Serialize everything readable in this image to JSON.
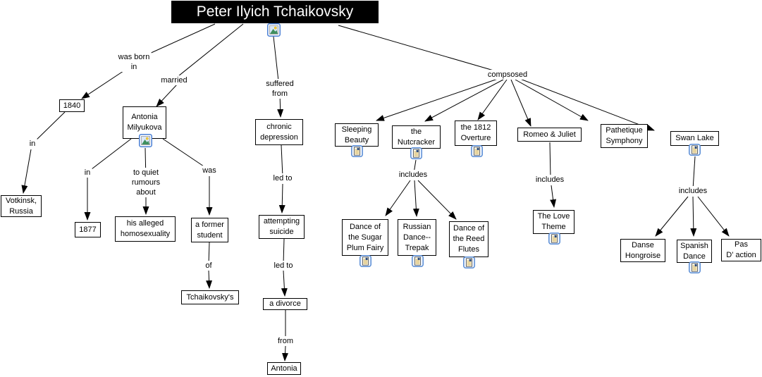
{
  "title": "Peter Ilyich Tchaikovsky",
  "concepts": {
    "year_1840": {
      "lines": [
        "1840"
      ]
    },
    "votkinsk": {
      "lines": [
        "Votkinsk,",
        "Russia"
      ]
    },
    "antonia_milyukova": {
      "lines": [
        "Antonia",
        "Milyukova"
      ]
    },
    "year_1877": {
      "lines": [
        "1877"
      ]
    },
    "alleged_homosexuality": {
      "lines": [
        "his alleged",
        "homosexuality"
      ]
    },
    "former_student": {
      "lines": [
        "a former",
        "student"
      ]
    },
    "tchaikovskys": {
      "lines": [
        "Tchaikovsky's"
      ]
    },
    "chronic_depression": {
      "lines": [
        "chronic",
        "depression"
      ]
    },
    "attempting_suicide": {
      "lines": [
        "attempting",
        "suicide"
      ]
    },
    "a_divorce": {
      "lines": [
        "a divorce"
      ]
    },
    "antonia": {
      "lines": [
        "Antonia"
      ]
    },
    "sleeping_beauty": {
      "lines": [
        "Sleeping",
        "Beauty"
      ]
    },
    "the_nutcracker": {
      "lines": [
        "the",
        "Nutcracker"
      ]
    },
    "overture_1812": {
      "lines": [
        "the 1812",
        "Overture"
      ]
    },
    "romeo_juliet": {
      "lines": [
        "Romeo & Juliet"
      ]
    },
    "pathetique": {
      "lines": [
        "Pathetique",
        "Symphony"
      ]
    },
    "swan_lake": {
      "lines": [
        "Swan Lake"
      ]
    },
    "sugar_plum": {
      "lines": [
        "Dance of",
        "the Sugar",
        "Plum Fairy"
      ]
    },
    "russian_dance": {
      "lines": [
        "Russian",
        "Dance--",
        "Trepak"
      ]
    },
    "reed_flutes": {
      "lines": [
        "Dance of",
        "the Reed",
        "Flutes"
      ]
    },
    "love_theme": {
      "lines": [
        "The Love",
        "Theme"
      ]
    },
    "danse_hongroise": {
      "lines": [
        "Danse",
        "Hongroise"
      ]
    },
    "spanish_dance": {
      "lines": [
        "Spanish",
        "Dance"
      ]
    },
    "pas_daction": {
      "lines": [
        "Pas",
        "D' action"
      ]
    }
  },
  "links": {
    "was_born_in": {
      "lines": [
        "was born",
        "in"
      ]
    },
    "in_1": {
      "lines": [
        "in"
      ]
    },
    "married": {
      "lines": [
        "married"
      ]
    },
    "suffered_from": {
      "lines": [
        "suffered",
        "from"
      ]
    },
    "in_2": {
      "lines": [
        "in"
      ]
    },
    "to_quiet_rumours": {
      "lines": [
        "to quiet",
        "rumours",
        "about"
      ]
    },
    "was": {
      "lines": [
        "was"
      ]
    },
    "of": {
      "lines": [
        "of"
      ]
    },
    "led_to_1": {
      "lines": [
        "led to"
      ]
    },
    "led_to_2": {
      "lines": [
        "led to"
      ]
    },
    "from": {
      "lines": [
        "from"
      ]
    },
    "compsosed": {
      "lines": [
        "compsosed"
      ]
    },
    "includes_nutcracker": {
      "lines": [
        "includes"
      ]
    },
    "includes_romeo": {
      "lines": [
        "includes"
      ]
    },
    "includes_swan": {
      "lines": [
        "includes"
      ]
    }
  },
  "relations": [
    {
      "from": "Peter Ilyich Tchaikovsky",
      "label": "was born in",
      "to": "1840"
    },
    {
      "from": "1840",
      "label": "in",
      "to": "Votkinsk, Russia"
    },
    {
      "from": "Peter Ilyich Tchaikovsky",
      "label": "married",
      "to": "Antonia Milyukova"
    },
    {
      "from": "Antonia Milyukova",
      "label": "in",
      "to": "1877"
    },
    {
      "from": "Antonia Milyukova",
      "label": "to quiet rumours about",
      "to": "his alleged homosexuality"
    },
    {
      "from": "Antonia Milyukova",
      "label": "was",
      "to": "a former student"
    },
    {
      "from": "a former student",
      "label": "of",
      "to": "Tchaikovsky's"
    },
    {
      "from": "Peter Ilyich Tchaikovsky",
      "label": "suffered from",
      "to": "chronic depression"
    },
    {
      "from": "chronic depression",
      "label": "led to",
      "to": "attempting suicide"
    },
    {
      "from": "attempting suicide",
      "label": "led to",
      "to": "a divorce"
    },
    {
      "from": "a divorce",
      "label": "from",
      "to": "Antonia"
    },
    {
      "from": "Peter Ilyich Tchaikovsky",
      "label": "compsosed",
      "to": "Sleeping Beauty"
    },
    {
      "from": "Peter Ilyich Tchaikovsky",
      "label": "compsosed",
      "to": "the Nutcracker"
    },
    {
      "from": "Peter Ilyich Tchaikovsky",
      "label": "compsosed",
      "to": "the 1812 Overture"
    },
    {
      "from": "Peter Ilyich Tchaikovsky",
      "label": "compsosed",
      "to": "Romeo & Juliet"
    },
    {
      "from": "Peter Ilyich Tchaikovsky",
      "label": "compsosed",
      "to": "Pathetique Symphony"
    },
    {
      "from": "Peter Ilyich Tchaikovsky",
      "label": "compsosed",
      "to": "Swan Lake"
    },
    {
      "from": "the Nutcracker",
      "label": "includes",
      "to": "Dance of the Sugar Plum Fairy"
    },
    {
      "from": "the Nutcracker",
      "label": "includes",
      "to": "Russian Dance--Trepak"
    },
    {
      "from": "the Nutcracker",
      "label": "includes",
      "to": "Dance of the Reed Flutes"
    },
    {
      "from": "Romeo & Juliet",
      "label": "includes",
      "to": "The Love Theme"
    },
    {
      "from": "Swan Lake",
      "label": "includes",
      "to": "Danse Hongroise"
    },
    {
      "from": "Swan Lake",
      "label": "includes",
      "to": "Spanish Dance"
    },
    {
      "from": "Swan Lake",
      "label": "includes",
      "to": "Pas D' action"
    }
  ],
  "colors": {
    "title_bg": "#000000",
    "title_fg": "#ffffff",
    "node_bg": "#ffffff",
    "node_border": "#000000",
    "line": "#000000",
    "icon_border": "#5b8ed6"
  }
}
